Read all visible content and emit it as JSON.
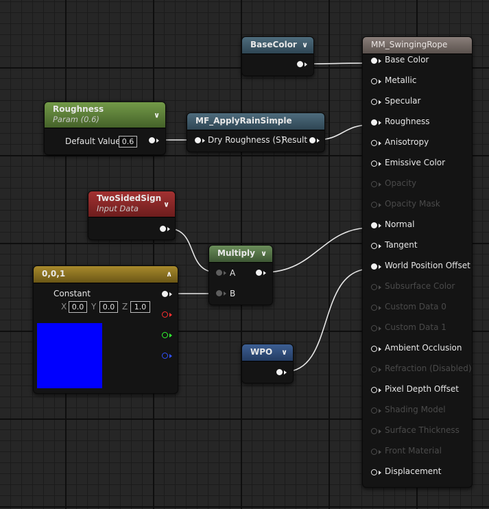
{
  "base_color_param": {
    "title": "BaseColor"
  },
  "roughness_param": {
    "title": "Roughness",
    "subtitle": "Param (0.6)",
    "default_label": "Default Value",
    "default_value": "0.6"
  },
  "rain_function": {
    "title": "MF_ApplyRainSimple",
    "input_label": "Dry Roughness (S)",
    "output_label": "Result"
  },
  "two_sided": {
    "title": "TwoSidedSign",
    "subtitle": "Input Data"
  },
  "multiply": {
    "title": "Multiply",
    "input_a": "A",
    "input_b": "B"
  },
  "constant": {
    "title": "0,0,1",
    "label": "Constant",
    "x_label": "X",
    "x_value": "0.0",
    "y_label": "Y",
    "y_value": "0.0",
    "z_label": "Z",
    "z_value": "1.0",
    "swatch_color": "#0000ff"
  },
  "wpo_param": {
    "title": "WPO"
  },
  "material": {
    "title": "MM_SwingingRope",
    "pins": [
      {
        "label": "Base Color"
      },
      {
        "label": "Metallic"
      },
      {
        "label": "Specular"
      },
      {
        "label": "Roughness"
      },
      {
        "label": "Anisotropy"
      },
      {
        "label": "Emissive Color"
      },
      {
        "label": "Opacity"
      },
      {
        "label": "Opacity Mask"
      },
      {
        "label": "Normal"
      },
      {
        "label": "Tangent"
      },
      {
        "label": "World Position Offset"
      },
      {
        "label": "Subsurface Color"
      },
      {
        "label": "Custom Data 0"
      },
      {
        "label": "Custom Data 1"
      },
      {
        "label": "Ambient Occlusion"
      },
      {
        "label": "Refraction (Disabled)"
      },
      {
        "label": "Pixel Depth Offset"
      },
      {
        "label": "Shading Model"
      },
      {
        "label": "Surface Thickness"
      },
      {
        "label": "Front Material"
      },
      {
        "label": "Displacement"
      }
    ]
  },
  "icons": {
    "chevron_down": "chevron-down-icon",
    "chevron_up": "chevron-up-icon"
  },
  "colors": {
    "grid_background": "#262626",
    "wire": "#ffffff",
    "swatch": "#0000ff"
  }
}
